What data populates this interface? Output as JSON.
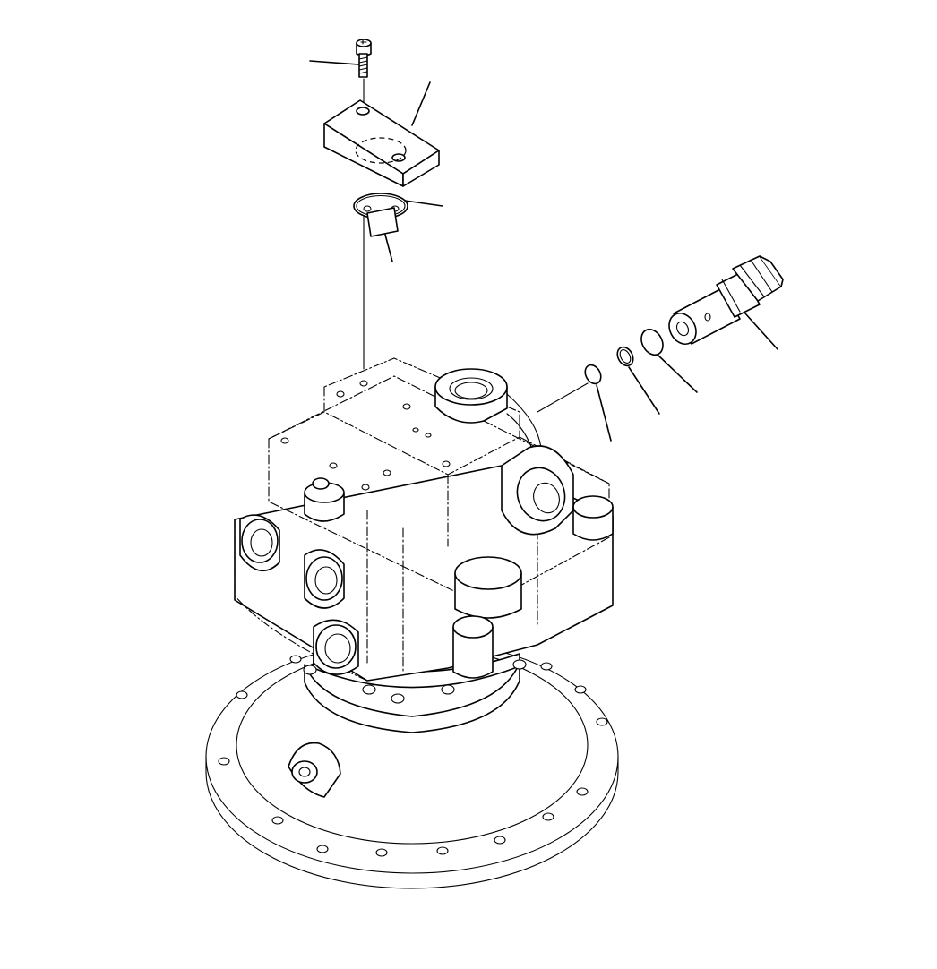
{
  "diagram": {
    "kind": "exploded-parts-view",
    "parts": [
      {
        "id": "bolt",
        "icon": "cap-screw-icon"
      },
      {
        "id": "cover-block",
        "icon": "cover-block-icon"
      },
      {
        "id": "o-ring-top",
        "icon": "o-ring-icon"
      },
      {
        "id": "plate-tag",
        "icon": "tag-icon"
      },
      {
        "id": "relief-valve",
        "icon": "relief-valve-icon"
      },
      {
        "id": "o-ring-large",
        "icon": "o-ring-icon"
      },
      {
        "id": "backup-ring",
        "icon": "backup-ring-icon"
      },
      {
        "id": "o-ring-small",
        "icon": "o-ring-icon"
      },
      {
        "id": "motor-assembly",
        "icon": "swing-motor-icon"
      }
    ],
    "labels": []
  }
}
